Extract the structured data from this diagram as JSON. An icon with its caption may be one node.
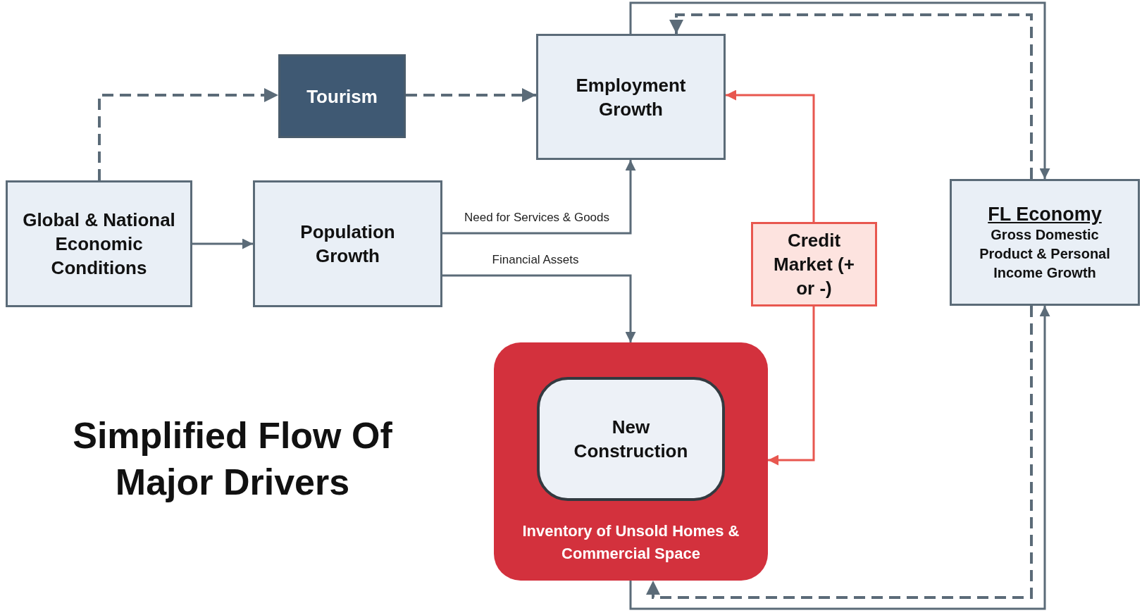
{
  "diagram": {
    "title": "Simplified Flow Of Major Drivers",
    "nodes": [
      {
        "text": [
          "Global & National Economic Conditions"
        ]
      },
      {
        "text": [
          "Tourism"
        ]
      },
      {
        "text": [
          "Employment Growth"
        ]
      },
      {
        "text": [
          "Population Growth"
        ]
      },
      {
        "text": [
          "Credit Market (+ or -)"
        ]
      },
      {
        "text": [
          "FL Economy",
          "Gross Domestic Product & Personal Income Growth"
        ]
      },
      {
        "text": [
          "Inventory of Unsold Homes & Commercial Space"
        ]
      },
      {
        "text": [
          "New Construction"
        ],
        "in": 6
      }
    ],
    "edges": [
      {
        "from": 0,
        "to": 1,
        "arrow": "to",
        "style": "dashed"
      },
      {
        "from": 1,
        "to": 2,
        "arrow": "to",
        "style": "dashed"
      },
      {
        "from": 0,
        "to": 3,
        "arrow": "to"
      },
      {
        "from": 3,
        "to": 2,
        "arrow": "to",
        "label": "Need for Services & Goods"
      },
      {
        "from": 3,
        "to": 6,
        "arrow": "to",
        "label": "Financial Assets"
      },
      {
        "from": 4,
        "to": 2,
        "arrow": "to",
        "color": "#e8574f"
      },
      {
        "from": 4,
        "to": 6,
        "arrow": "to",
        "color": "#e8574f"
      },
      {
        "from": 2,
        "to": 5,
        "arrow": "to"
      },
      {
        "from": 5,
        "to": 2,
        "arrow": "to",
        "style": "dashed"
      },
      {
        "from": 6,
        "to": 5,
        "arrow": "to"
      },
      {
        "from": 5,
        "to": 6,
        "arrow": "to",
        "style": "dashed"
      }
    ]
  }
}
